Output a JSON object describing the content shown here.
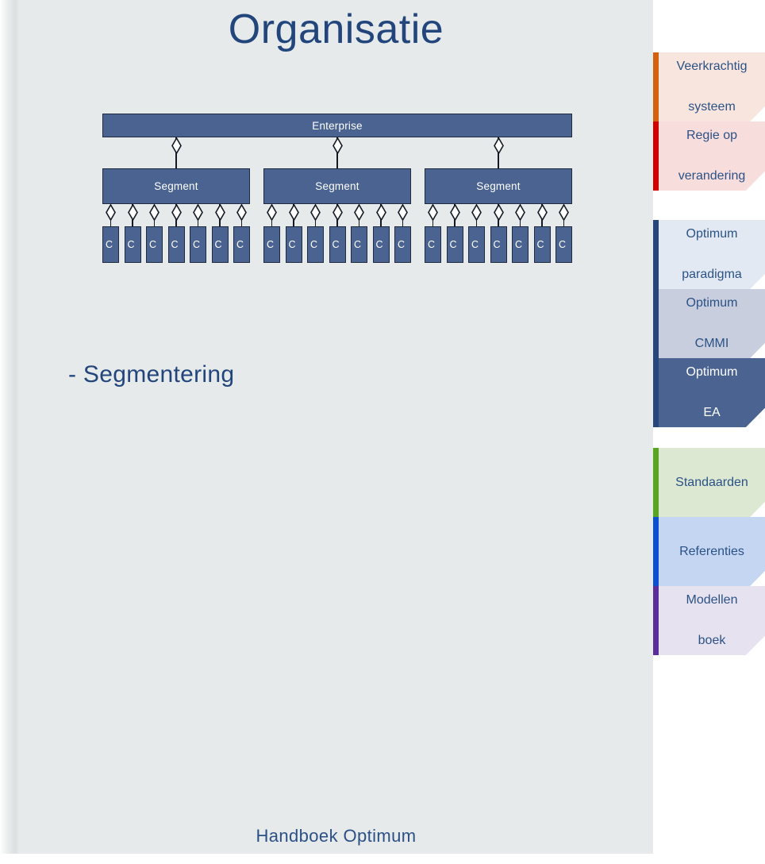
{
  "page": {
    "title": "Organisatie",
    "footer": "Handboek Optimum",
    "bullet": "- Segmentering",
    "background": "#e6eaea",
    "title_color": "#22457c",
    "footer_color": "#2c5085"
  },
  "diagram": {
    "type": "uml-aggregation",
    "root": {
      "label": "Enterprise"
    },
    "segments": [
      {
        "label": "Segment",
        "children": [
          "C",
          "C",
          "C",
          "C",
          "C",
          "C",
          "C"
        ]
      },
      {
        "label": "Segment",
        "children": [
          "C",
          "C",
          "C",
          "C",
          "C",
          "C",
          "C"
        ]
      },
      {
        "label": "Segment",
        "children": [
          "C",
          "C",
          "C",
          "C",
          "C",
          "C",
          "C"
        ]
      }
    ],
    "box_fill": "#4a6391",
    "box_border": "#1d2a3f",
    "box_text": "#ffffff",
    "connector_color": "#131a24",
    "diamond_fill": "#ffffff"
  },
  "tab_rail": {
    "groups": [
      {
        "name": "group-veerkracht",
        "tabs": [
          {
            "id": "veerkrachtig-systeem",
            "line1": "Veerkrachtig",
            "line2": "systeem",
            "bar": "#d4610d",
            "fill": "#f8e6de",
            "active": false
          },
          {
            "id": "regie-op-verandering",
            "line1": "Regie op",
            "line2": "verandering",
            "bar": "#d00000",
            "fill": "#f8dddd",
            "active": false
          }
        ]
      },
      {
        "name": "group-optimum",
        "tabs": [
          {
            "id": "optimum-paradigma",
            "line1": "Optimum",
            "line2": "paradigma",
            "bar": "#27477c",
            "fill": "#e3e9f3",
            "active": false
          },
          {
            "id": "optimum-cmmi",
            "line1": "Optimum",
            "line2": "CMMI",
            "bar": "#27477c",
            "fill": "#c8cede",
            "active": false
          },
          {
            "id": "optimum-ea",
            "line1": "Optimum",
            "line2": "EA",
            "bar": "#27477c",
            "fill": "#4a6391",
            "active": true
          }
        ]
      },
      {
        "name": "group-standaarden",
        "tabs": [
          {
            "id": "standaarden",
            "line1": "Standaarden",
            "line2": "",
            "bar": "#57a520",
            "fill": "#dde8d2",
            "active": false
          },
          {
            "id": "referenties",
            "line1": "Referenties",
            "line2": "",
            "bar": "#0b50d0",
            "fill": "#c5d6f2",
            "active": false
          },
          {
            "id": "modellenboek",
            "line1": "Modellen",
            "line2": "boek",
            "bar": "#5b2d9b",
            "fill": "#e7e2ef",
            "active": false
          }
        ]
      }
    ]
  }
}
